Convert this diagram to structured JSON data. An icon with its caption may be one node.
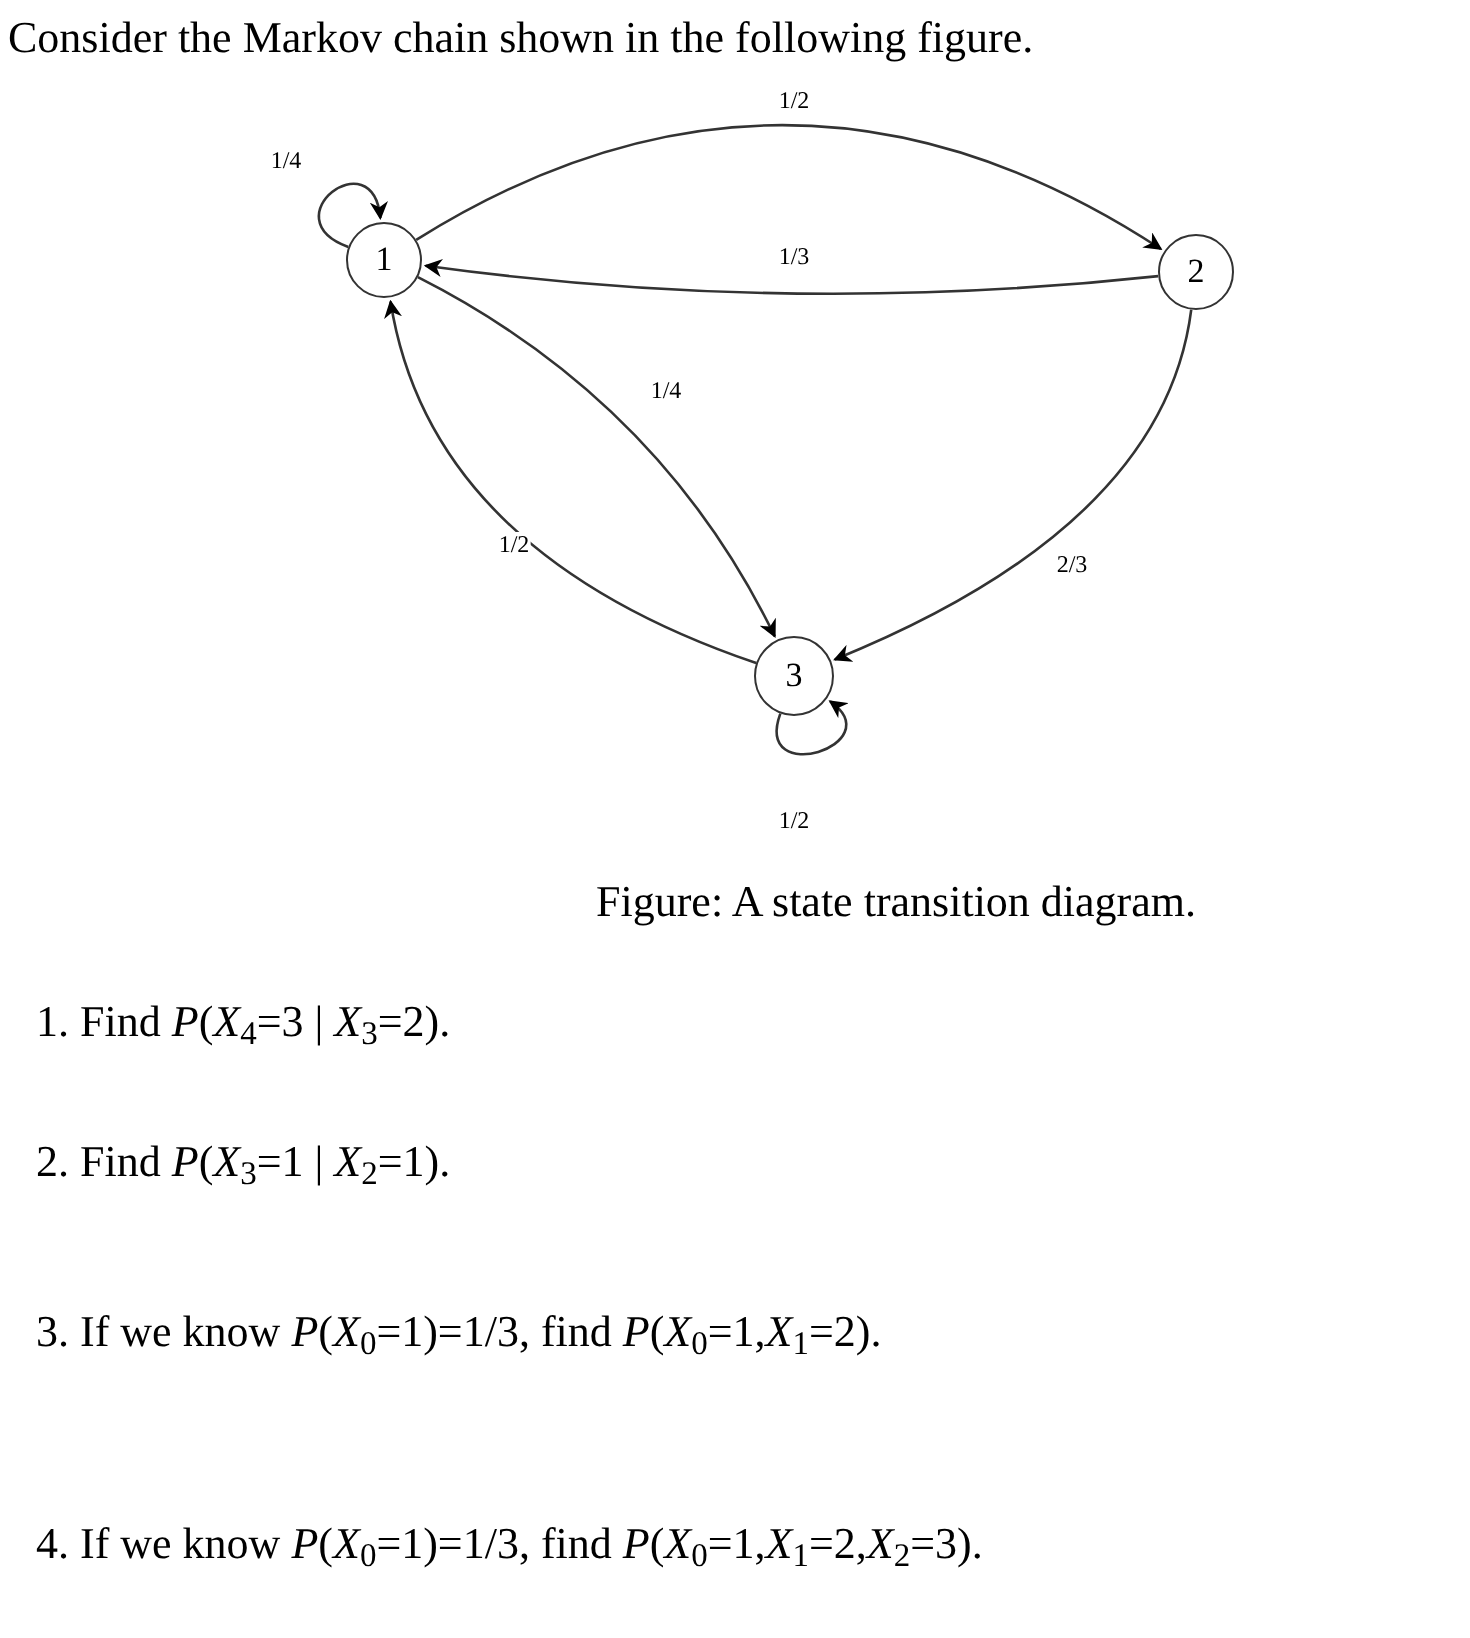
{
  "diagram": {
    "title": "Consider the Markov chain shown in the following figure.",
    "caption": "Figure: A state transition diagram.",
    "nodes": [
      {
        "text": [
          "1"
        ]
      },
      {
        "text": [
          "2"
        ]
      },
      {
        "text": [
          "3"
        ]
      }
    ],
    "edges": [
      {
        "from": 0,
        "to": 0,
        "arrow": "to",
        "label": "1/4"
      },
      {
        "from": 0,
        "to": 1,
        "arrow": "to",
        "label": "1/2"
      },
      {
        "from": 1,
        "to": 0,
        "arrow": "to",
        "label": "1/3"
      },
      {
        "from": 0,
        "to": 2,
        "arrow": "to",
        "label": "1/4"
      },
      {
        "from": 2,
        "to": 0,
        "arrow": "to",
        "label": "1/2"
      },
      {
        "from": 1,
        "to": 2,
        "arrow": "to",
        "label": "2/3"
      },
      {
        "from": 2,
        "to": 2,
        "arrow": "to",
        "label": "1/2"
      }
    ],
    "labels": [
      "1. Find *P*(*X*$_{4}$=3 | *X*$_{3}$=2).",
      "2. Find *P*(*X*$_{3}$=1 | *X*$_{2}$=1).",
      "3. If we know *P*(*X*$_{0}$=1)=1/3, find *P*(*X*$_{0}$=1,*X*$_{1}$=2).",
      "4. If we know *P*(*X*$_{0}$=1)=1/3, find *P*(*X*$_{0}$=1,*X*$_{1}$=2,*X*$_{2}$=3)."
    ]
  }
}
